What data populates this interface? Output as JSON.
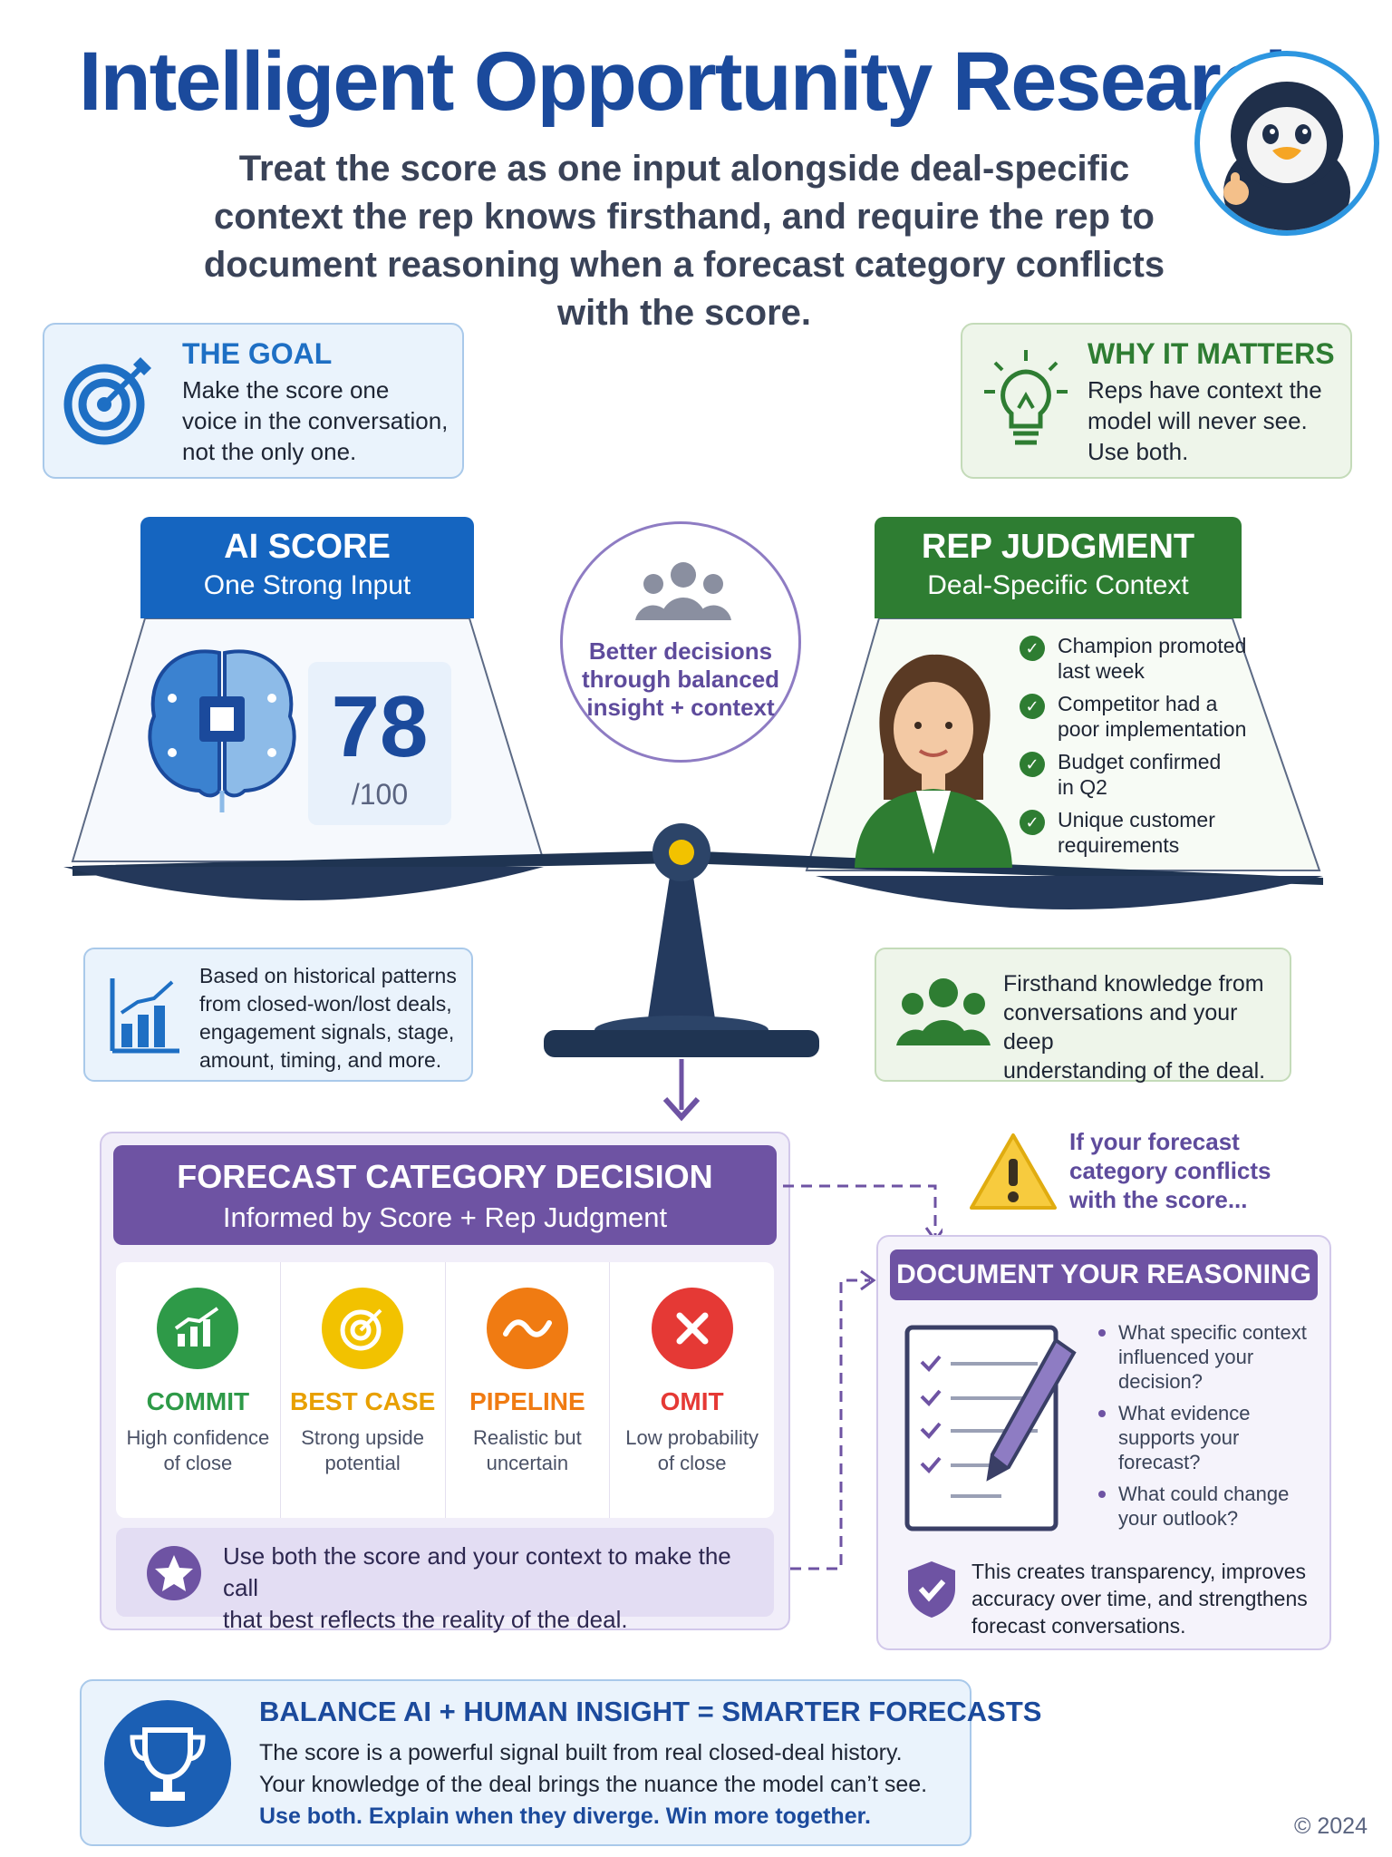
{
  "header": {
    "title": "Intelligent Opportunity Research",
    "subtitle": "Treat the score as one input alongside deal-specific context the rep knows firsthand, and require the rep to document reasoning when a forecast category conflicts with the score."
  },
  "goal": {
    "heading": "THE GOAL",
    "lines": [
      "Make the score one",
      "voice in the conversation,",
      "not the only one."
    ],
    "icon": "target-icon"
  },
  "why": {
    "heading": "WHY IT MATTERS",
    "lines": [
      "Reps have context the",
      "model will never see.",
      "Use both."
    ],
    "icon": "lightbulb-icon"
  },
  "ai_score": {
    "title": "AI SCORE",
    "subtitle": "One Strong Input",
    "score": "78",
    "denominator": "/100",
    "basis": [
      "Based on historical patterns",
      "from closed-won/lost deals,",
      "engagement signals, stage,",
      "amount, timing, and more."
    ]
  },
  "center": {
    "lines": [
      "Better decisions",
      "through balanced",
      "insight + context"
    ]
  },
  "rep_judgment": {
    "title": "REP JUDGMENT",
    "subtitle": "Deal-Specific Context",
    "items": [
      {
        "line1": "Champion promoted",
        "line2": "last week"
      },
      {
        "line1": "Competitor had a",
        "line2": "poor implementation"
      },
      {
        "line1": "Budget confirmed",
        "line2": "in Q2"
      },
      {
        "line1": "Unique customer",
        "line2": "requirements"
      }
    ],
    "basis": [
      "Firsthand knowledge from",
      "conversations and your deep",
      "understanding of the deal."
    ]
  },
  "forecast": {
    "title": "FORECAST CATEGORY DECISION",
    "subtitle": "Informed by Score + Rep Judgment",
    "categories": [
      {
        "name": "COMMIT",
        "line1": "High confidence",
        "line2": "of close",
        "color": "#2e9a48"
      },
      {
        "name": "BEST CASE",
        "line1": "Strong upside",
        "line2": "potential",
        "color": "#f2c200"
      },
      {
        "name": "PIPELINE",
        "line1": "Realistic but",
        "line2": "uncertain",
        "color": "#f07b12"
      },
      {
        "name": "OMIT",
        "line1": "Low probability",
        "line2": "of close",
        "color": "#e53935"
      }
    ],
    "footer": [
      "Use both the score and your context to make the call",
      "that best reflects the reality of the deal."
    ]
  },
  "warning": {
    "lines": [
      "If your forecast",
      "category conflicts",
      "with the score..."
    ]
  },
  "document": {
    "title": "DOCUMENT YOUR REASONING",
    "questions": [
      [
        "What specific context",
        "influenced your",
        "decision?"
      ],
      [
        "What evidence",
        "supports your",
        "forecast?"
      ],
      [
        "What could change",
        "your outlook?"
      ]
    ],
    "footer": [
      "This creates transparency, improves",
      "accuracy over time, and strengthens",
      "forecast conversations."
    ]
  },
  "bottom": {
    "heading": "BALANCE AI + HUMAN INSIGHT = SMARTER FORECASTS",
    "line1": "The score is a powerful signal built from real closed-deal history.",
    "line2": "Your knowledge of the deal brings the nuance the model can’t see.",
    "line3": "Use both. Explain when they diverge. Win more together."
  },
  "copyright": "© 2024",
  "colors": {
    "primary_blue": "#1b4a9c",
    "ai_blue": "#1565c0",
    "rep_green": "#2e7d32",
    "purple": "#6e53a3"
  }
}
